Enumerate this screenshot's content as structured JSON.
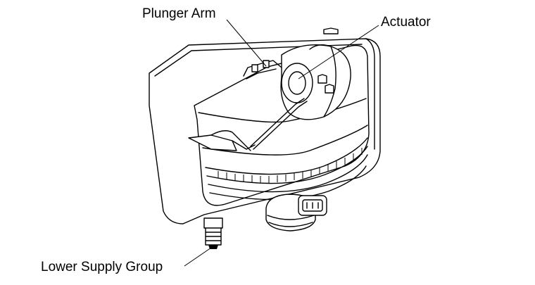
{
  "labels": {
    "plunger_arm": "Plunger Arm",
    "actuator": "Actuator",
    "lower_supply_group": "Lower Supply Group"
  },
  "colors": {
    "line": "#000000",
    "background": "#ffffff"
  }
}
